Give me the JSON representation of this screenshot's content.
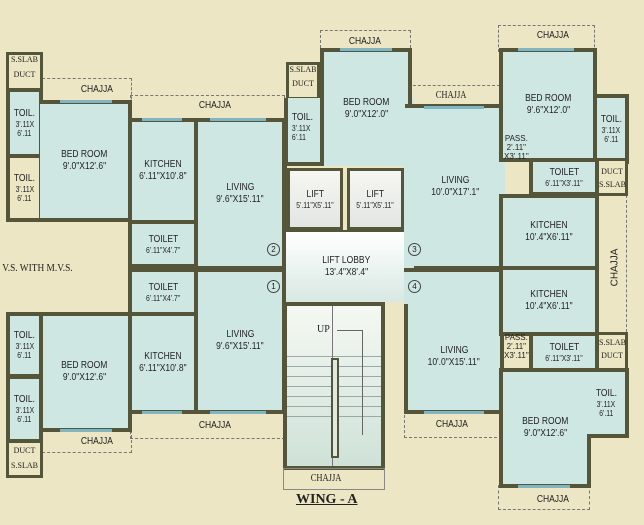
{
  "title": "WING - A",
  "chajja": "CHAJJA",
  "vs_label": "V.S. WITH M.V.S.",
  "up": "UP",
  "sslab": "S.SLAB",
  "duct": "DUCT",
  "colors": {
    "room": "#cfe7e3",
    "background": "#ece6c4",
    "wall": "#55553a",
    "window": "#7fb6c4"
  },
  "flats": {
    "f1": {
      "number": "1",
      "bedroom": {
        "name": "BED ROOM",
        "dim": "9'.0\"X12'.6\""
      },
      "kitchen": {
        "name": "KITCHEN",
        "dim": "6'.11\"X10'.8\""
      },
      "living": {
        "name": "LIVING",
        "dim": "9'.6\"X15'.11\""
      },
      "toilet": {
        "name": "TOILET",
        "dim": "6'.11\"X4'.7\""
      },
      "toil": {
        "name": "TOIL.",
        "dim1": "3'.11X",
        "dim2": "6'.11"
      }
    },
    "f2": {
      "number": "2",
      "bedroom": {
        "name": "BED ROOM",
        "dim": "9'.0\"X12'.6\""
      },
      "kitchen": {
        "name": "KITCHEN",
        "dim": "6'.11\"X10'.8\""
      },
      "living": {
        "name": "LIVING",
        "dim": "9'.6\"X15'.11\""
      },
      "toilet": {
        "name": "TOILET",
        "dim": "6'.11\"X4'.7\""
      },
      "toil": {
        "name": "TOIL.",
        "dim1": "3'.11X",
        "dim2": "6'.11"
      }
    },
    "f3": {
      "number": "3",
      "bedroom1": {
        "name": "BED ROOM",
        "dim": "9'.0\"X12'.0\""
      },
      "bedroom2": {
        "name": "BED ROOM",
        "dim": "9'.6\"X12'.0\""
      },
      "living": {
        "name": "LIVING",
        "dim": "10'.0\"X17'.1\""
      },
      "kitchen": {
        "name": "KITCHEN",
        "dim": "10'.4\"X6'.11\""
      },
      "toilet": {
        "name": "TOILET",
        "dim": "6'.11\"X3'.11\""
      },
      "pass": {
        "name": "PASS.",
        "dim1": "2'.11\"",
        "dim2": "X3'.11\""
      },
      "toil": {
        "name": "TOIL.",
        "dim1": "3'.11X",
        "dim2": "6'.11"
      }
    },
    "f4": {
      "number": "4",
      "bedroom": {
        "name": "BED ROOM",
        "dim": "9'.0\"X12'.6\""
      },
      "living": {
        "name": "LIVING",
        "dim": "10'.0\"X15'.11\""
      },
      "kitchen": {
        "name": "KITCHEN",
        "dim": "10'.4\"X6'.11\""
      },
      "toilet": {
        "name": "TOILET",
        "dim": "6'.11\"X3'.11\""
      },
      "pass": {
        "name": "PASS.",
        "dim1": "2'.11\"",
        "dim2": "X3'.11\""
      },
      "toil": {
        "name": "TOIL.",
        "dim1": "3'.11X",
        "dim2": "6'.11"
      }
    }
  },
  "core": {
    "lift": {
      "name": "LIFT",
      "dim": "5'.11\"X5'.11\""
    },
    "lobby": {
      "name": "LIFT LOBBY",
      "dim": "13'.4\"X8'.4\""
    }
  }
}
